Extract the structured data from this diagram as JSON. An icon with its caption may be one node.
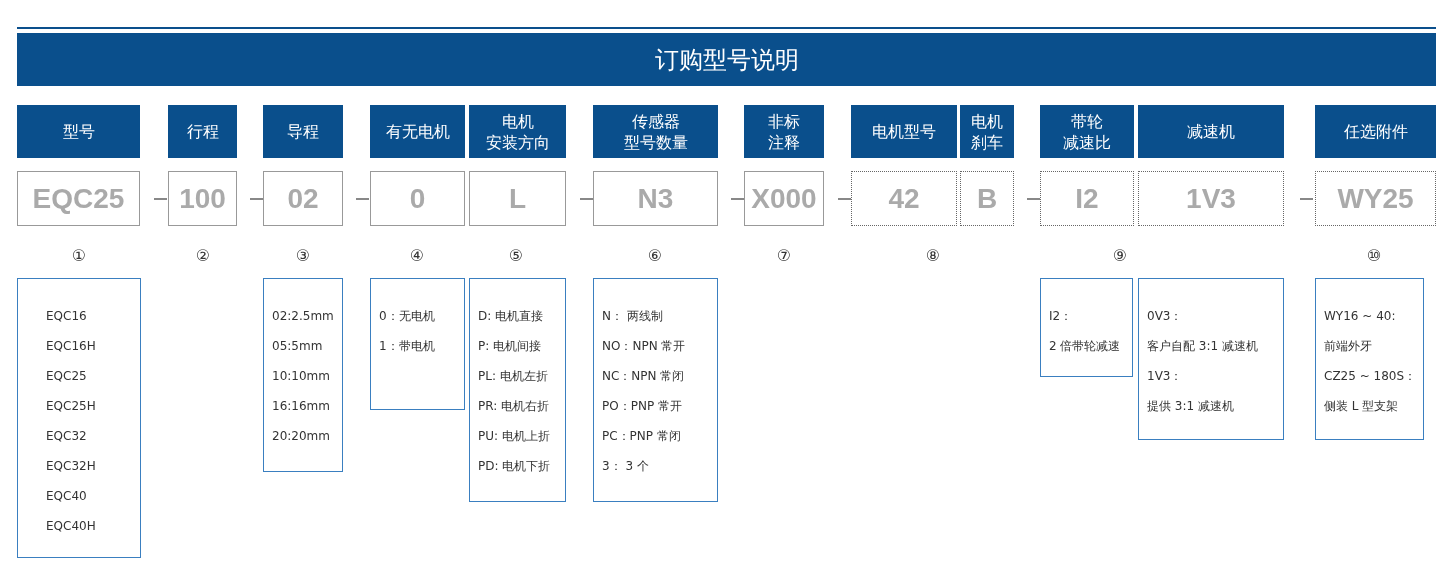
{
  "diagram": {
    "title": "订购型号说明",
    "nodes": [
      {
        "text": [
          "型号"
        ]
      },
      {
        "text": [
          "行程"
        ]
      },
      {
        "text": [
          "导程"
        ]
      },
      {
        "text": [
          "有无电机"
        ]
      },
      {
        "text": [
          "电机安装方向"
        ]
      },
      {
        "text": [
          "传感器型号数量"
        ]
      },
      {
        "text": [
          "非标注释"
        ]
      },
      {
        "text": [
          "电机型号"
        ]
      },
      {
        "text": [
          "电机刹车"
        ]
      },
      {
        "text": [
          "带轮减速比"
        ]
      },
      {
        "text": [
          "减速机"
        ]
      },
      {
        "text": [
          "任选附件"
        ]
      },
      {
        "text": [
          "EQC25"
        ]
      },
      {
        "text": [
          "100"
        ]
      },
      {
        "text": [
          "02"
        ]
      },
      {
        "text": [
          "0"
        ]
      },
      {
        "text": [
          "L"
        ]
      },
      {
        "text": [
          "N3"
        ]
      },
      {
        "text": [
          "X000"
        ]
      },
      {
        "text": [
          "42"
        ]
      },
      {
        "text": [
          "B"
        ]
      },
      {
        "text": [
          "I2"
        ]
      },
      {
        "text": [
          "1V3"
        ]
      },
      {
        "text": [
          "WY25"
        ]
      },
      {
        "text": [
          "EQC16",
          "EQC16H",
          "EQC25",
          "EQC25H",
          "EQC32",
          "EQC32H",
          "EQC40",
          "EQC40H"
        ]
      },
      {
        "text": [
          "02:2.5mm",
          "05:5mm",
          "10:10mm",
          "16:16mm",
          "20:20mm"
        ]
      },
      {
        "text": [
          "0：无电机",
          "1：带电机"
        ]
      },
      {
        "text": [
          "D: 电机直接",
          "P: 电机间接",
          "PL: 电机左折",
          "PR: 电机右折",
          "PU: 电机上折",
          "PD: 电机下折"
        ]
      },
      {
        "text": [
          "N： 两线制",
          "NO：NPN 常开",
          "NC：NPN 常闭",
          "PO：PNP 常开",
          "PC：PNP 常闭",
          "3： 3 个"
        ]
      },
      {
        "text": [
          "I2：",
          "2 倍带轮减速"
        ]
      },
      {
        "text": [
          "0V3：",
          "客户自配 3:1 减速机",
          "1V3：",
          "提供 3:1 减速机"
        ]
      },
      {
        "text": [
          "WY16 ~ 40:",
          "前端外牙",
          "CZ25 ~ 180S：",
          "侧装 L 型支架"
        ]
      }
    ],
    "labels": [
      "①",
      "②",
      "③",
      "④",
      "⑤",
      "⑥",
      "⑦",
      "⑧",
      "⑨",
      "⑩"
    ]
  }
}
